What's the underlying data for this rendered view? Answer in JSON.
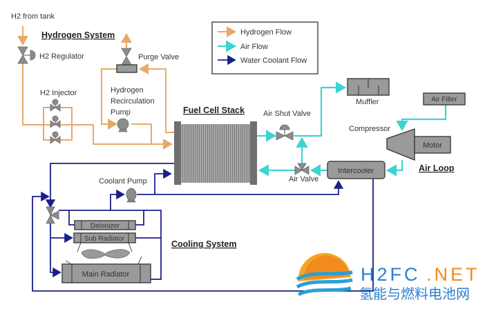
{
  "legend": {
    "items": [
      {
        "label": "Hydrogen Flow",
        "color": "#e8a968"
      },
      {
        "label": "Air Flow",
        "color": "#3fd3d0"
      },
      {
        "label": "Water Coolant Flow",
        "color": "#1b1f8a"
      }
    ]
  },
  "sections": {
    "hydrogen": "Hydrogen System",
    "stack": "Fuel Cell Stack",
    "air": "Air Loop",
    "cooling": "Cooling System"
  },
  "labels": {
    "h2_tank": "H2 from tank",
    "h2_regulator": "H2 Regulator",
    "h2_injector": "H2 Injector",
    "purge_valve": "Purge Valve",
    "recirc_1": "Hydrogen",
    "recirc_2": "Recirculation",
    "recirc_3": "Pump",
    "air_shut_valve": "Air Shut Valve",
    "muffler": "Muffler",
    "air_filter": "Air Filter",
    "compressor": "Compressor",
    "motor": "Motor",
    "intercooler": "Intercooler",
    "air_valve": "Air Valve",
    "coolant_pump": "Coolant Pump",
    "deionizer": "Deionizer",
    "sub_radiator": "Sub Radiator",
    "main_radiator": "Main Radiator"
  },
  "watermark": {
    "brand_a": "H2FC",
    "brand_b": ".NET",
    "subtitle": "氢能与燃料电池网",
    "blue": "#2a7fd0",
    "orange": "#f08a1c"
  }
}
